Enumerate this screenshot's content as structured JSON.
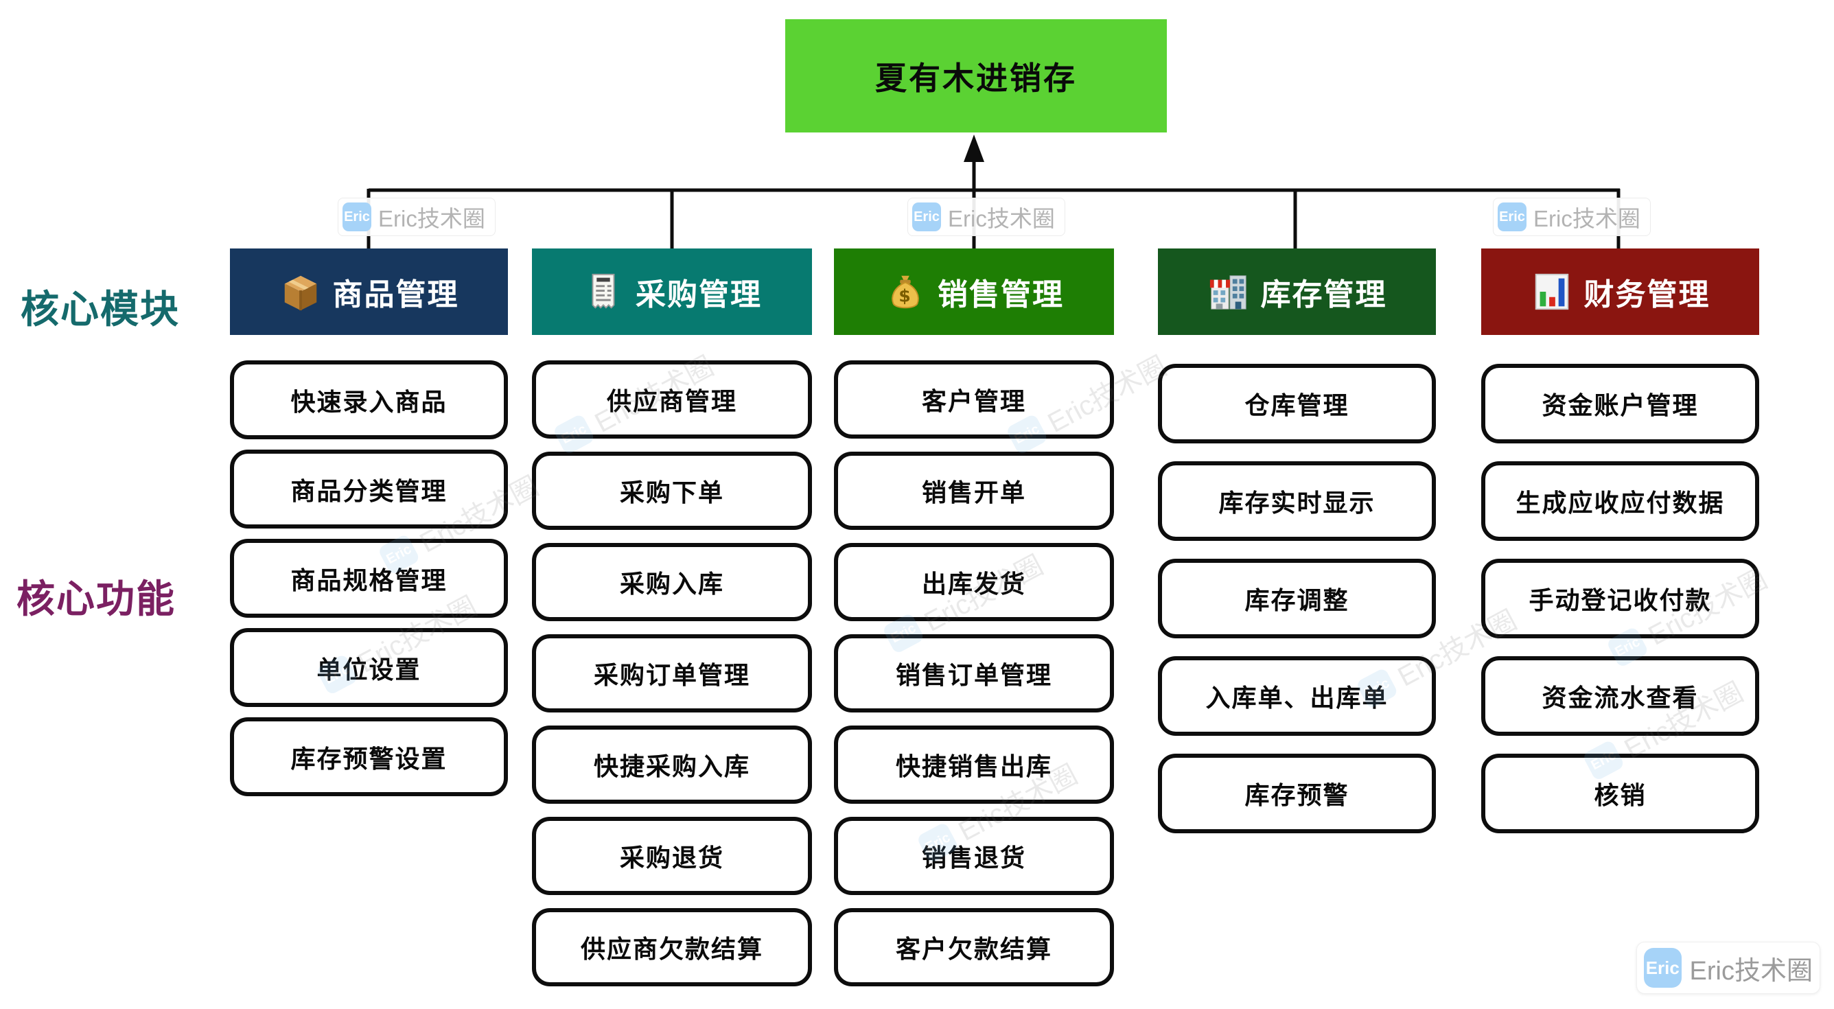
{
  "root": {
    "title": "夏有木进销存"
  },
  "row_labels": [
    {
      "text": "核心模块",
      "color": "#156a6c"
    },
    {
      "text": "核心功能",
      "color": "#7b2062"
    }
  ],
  "columns": [
    {
      "header": {
        "label": "商品管理",
        "color": "#17375e",
        "icon": "package-icon"
      },
      "items": [
        "快速录入商品",
        "商品分类管理",
        "商品规格管理",
        "单位设置",
        "库存预警设置"
      ]
    },
    {
      "header": {
        "label": "采购管理",
        "color": "#077a70",
        "icon": "receipt-icon"
      },
      "items": [
        "供应商管理",
        "采购下单",
        "采购入库",
        "采购订单管理",
        "快捷采购入库",
        "采购退货",
        "供应商欠款结算"
      ]
    },
    {
      "header": {
        "label": "销售管理",
        "color": "#1e7e04",
        "icon": "money-bag-icon"
      },
      "items": [
        "客户管理",
        "销售开单",
        "出库发货",
        "销售订单管理",
        "快捷销售出库",
        "销售退货",
        "客户欠款结算"
      ]
    },
    {
      "header": {
        "label": "库存管理",
        "color": "#15571e",
        "icon": "store-building-icon"
      },
      "items": [
        "仓库管理",
        "库存实时显示",
        "库存调整",
        "入库单、出库单",
        "库存预警"
      ]
    },
    {
      "header": {
        "label": "财务管理",
        "color": "#8a1510",
        "icon": "bar-chart-icon"
      },
      "items": [
        "资金账户管理",
        "生成应收应付数据",
        "手动登记收付款",
        "资金流水查看",
        "核销"
      ]
    }
  ],
  "watermark": {
    "badge": "Eric",
    "label": "Eric技术圈"
  },
  "colors": {
    "root_node_bg": "#5bd233",
    "connector": "#0d0d0d",
    "item_border": "#0d0d0d",
    "watermark_badge_bg": "#a6d3f8",
    "watermark_text": "#b3b3b3"
  }
}
